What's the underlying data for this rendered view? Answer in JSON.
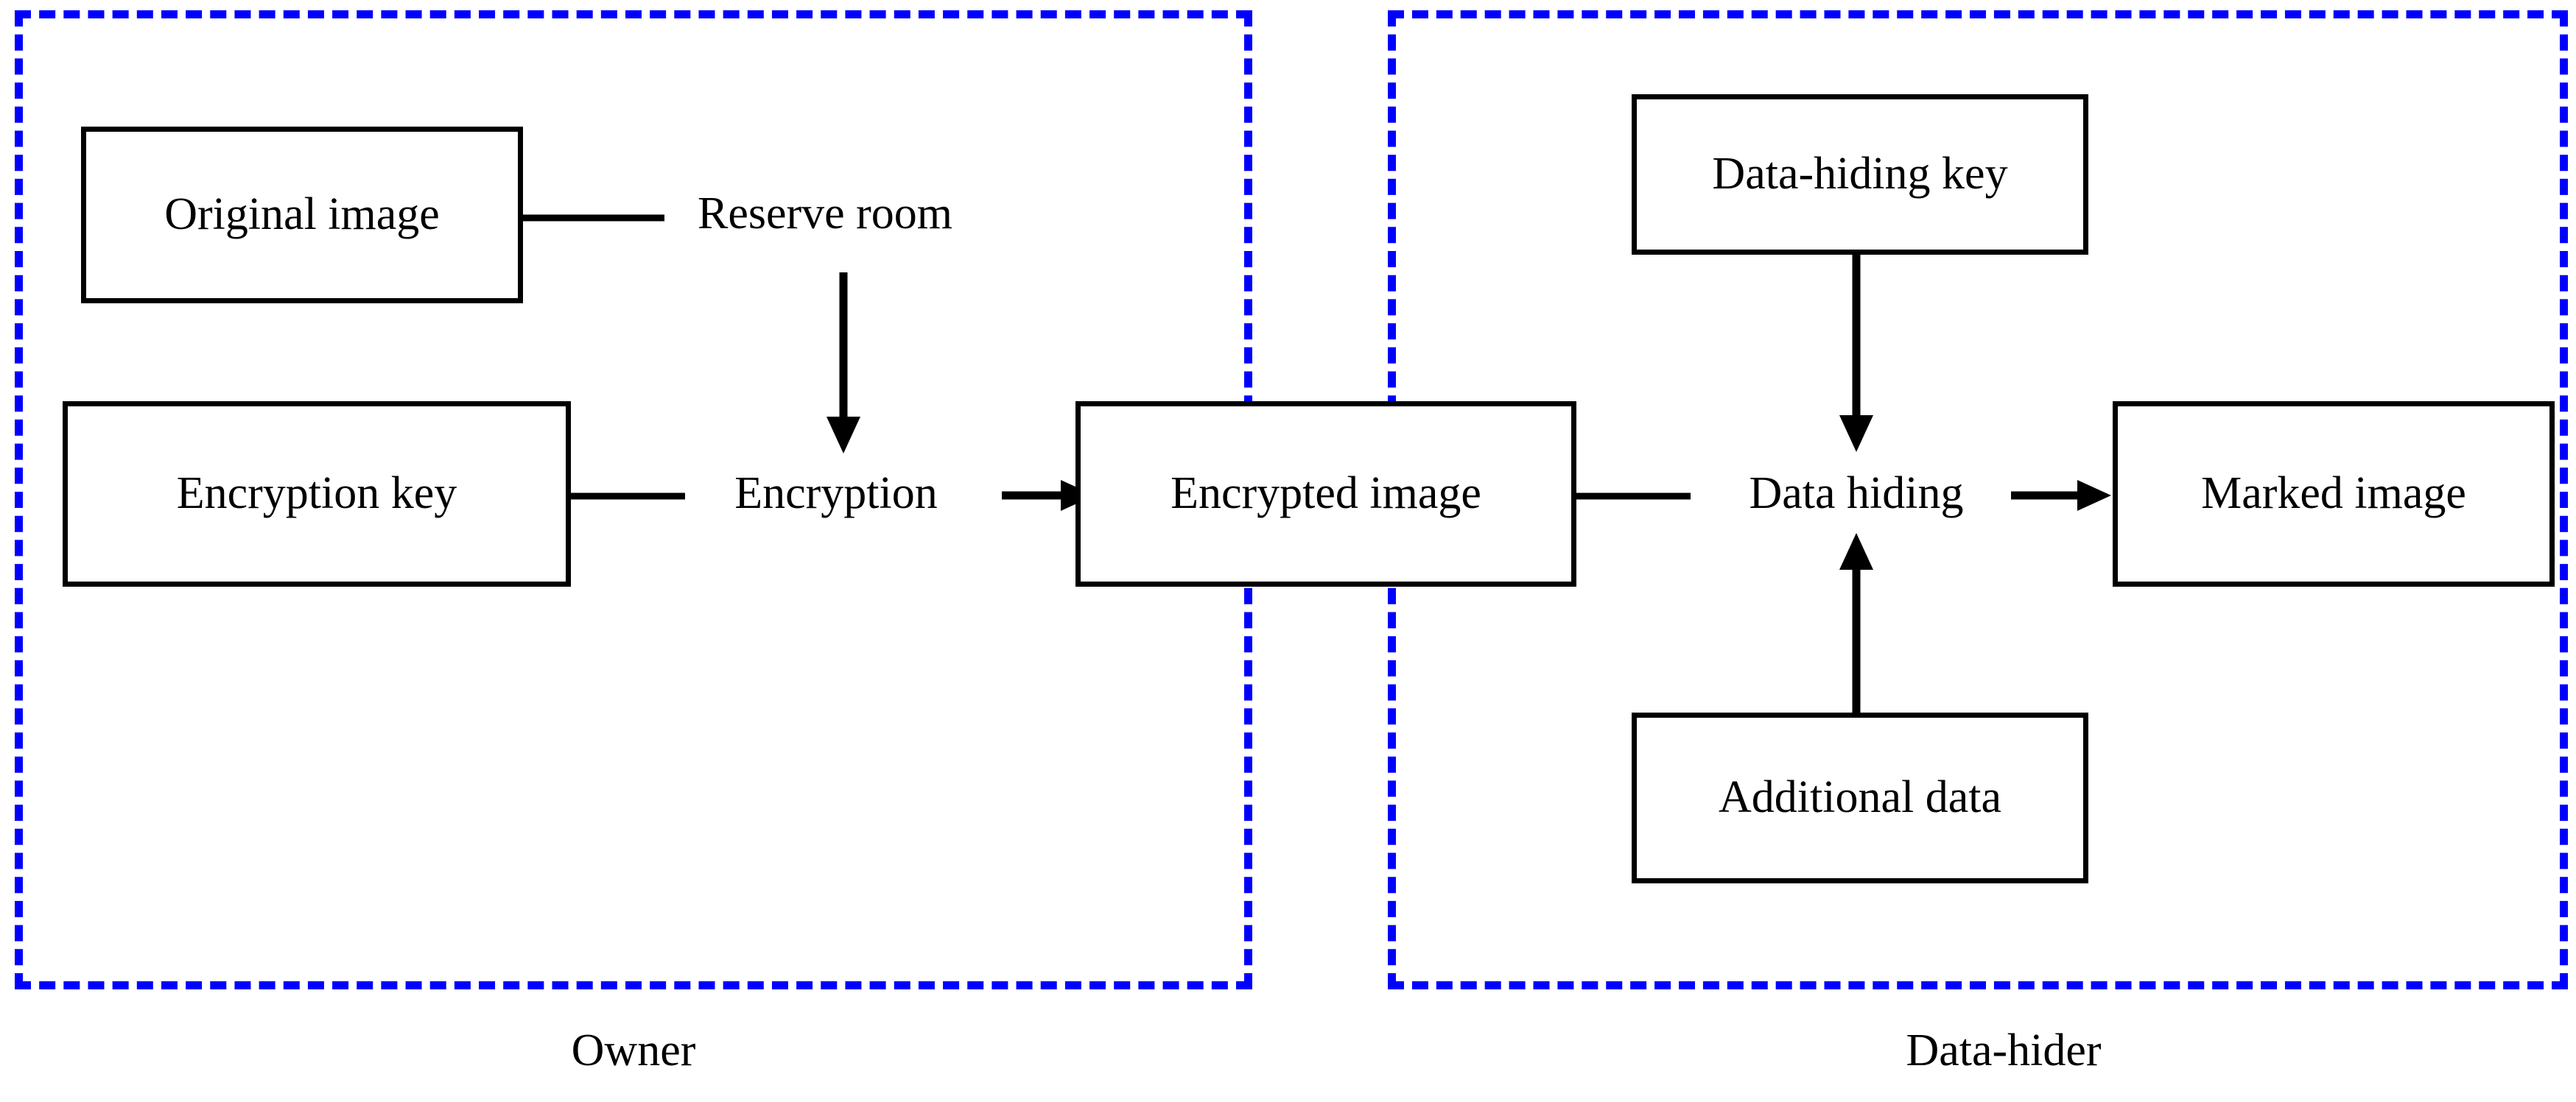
{
  "diagram": {
    "title_present": false,
    "accent_color": "#0000ff",
    "line_color": "#000000",
    "background": "#ffffff",
    "zones": [
      {
        "id": "owner",
        "label": "Owner",
        "border_color": "#0000ff",
        "border_style": "dashed"
      },
      {
        "id": "data-hider",
        "label": "Data-hider",
        "border_color": "#0000ff",
        "border_style": "dashed"
      }
    ],
    "nodes": [
      {
        "id": "original-image",
        "label": "Original image",
        "zone": "owner"
      },
      {
        "id": "encryption-key",
        "label": "Encryption key",
        "zone": "owner"
      },
      {
        "id": "encrypted-image",
        "label": "Encrypted image",
        "zone": "owner"
      },
      {
        "id": "data-hiding-key",
        "label": "Data-hiding key",
        "zone": "data-hider"
      },
      {
        "id": "additional-data",
        "label": "Additional data",
        "zone": "data-hider"
      },
      {
        "id": "marked-image",
        "label": "Marked image",
        "zone": "data-hider"
      }
    ],
    "process_labels": [
      {
        "id": "reserve-room",
        "label": "Reserve room",
        "zone": "owner"
      },
      {
        "id": "encryption",
        "label": "Encryption",
        "zone": "owner"
      },
      {
        "id": "data-hiding",
        "label": "Data hiding",
        "zone": "data-hider"
      }
    ],
    "edges": [
      {
        "id": "original-image-to-reserve-room",
        "from": "original-image",
        "to": "reserve-room",
        "arrow": false,
        "direction": "right"
      },
      {
        "id": "reserve-room-to-encryption",
        "from": "reserve-room",
        "to": "encryption",
        "arrow": true,
        "direction": "down"
      },
      {
        "id": "encryption-key-to-encryption",
        "from": "encryption-key",
        "to": "encryption",
        "arrow": false,
        "direction": "right"
      },
      {
        "id": "encryption-to-encrypted-image",
        "from": "encryption",
        "to": "encrypted-image",
        "arrow": true,
        "direction": "right"
      },
      {
        "id": "encrypted-image-to-data-hiding",
        "from": "encrypted-image",
        "to": "data-hiding",
        "arrow": false,
        "direction": "right"
      },
      {
        "id": "data-hiding-key-to-data-hiding",
        "from": "data-hiding-key",
        "to": "data-hiding",
        "arrow": true,
        "direction": "down"
      },
      {
        "id": "additional-data-to-data-hiding",
        "from": "additional-data",
        "to": "data-hiding",
        "arrow": true,
        "direction": "up"
      },
      {
        "id": "data-hiding-to-marked-image",
        "from": "data-hiding",
        "to": "marked-image",
        "arrow": true,
        "direction": "right"
      }
    ]
  }
}
